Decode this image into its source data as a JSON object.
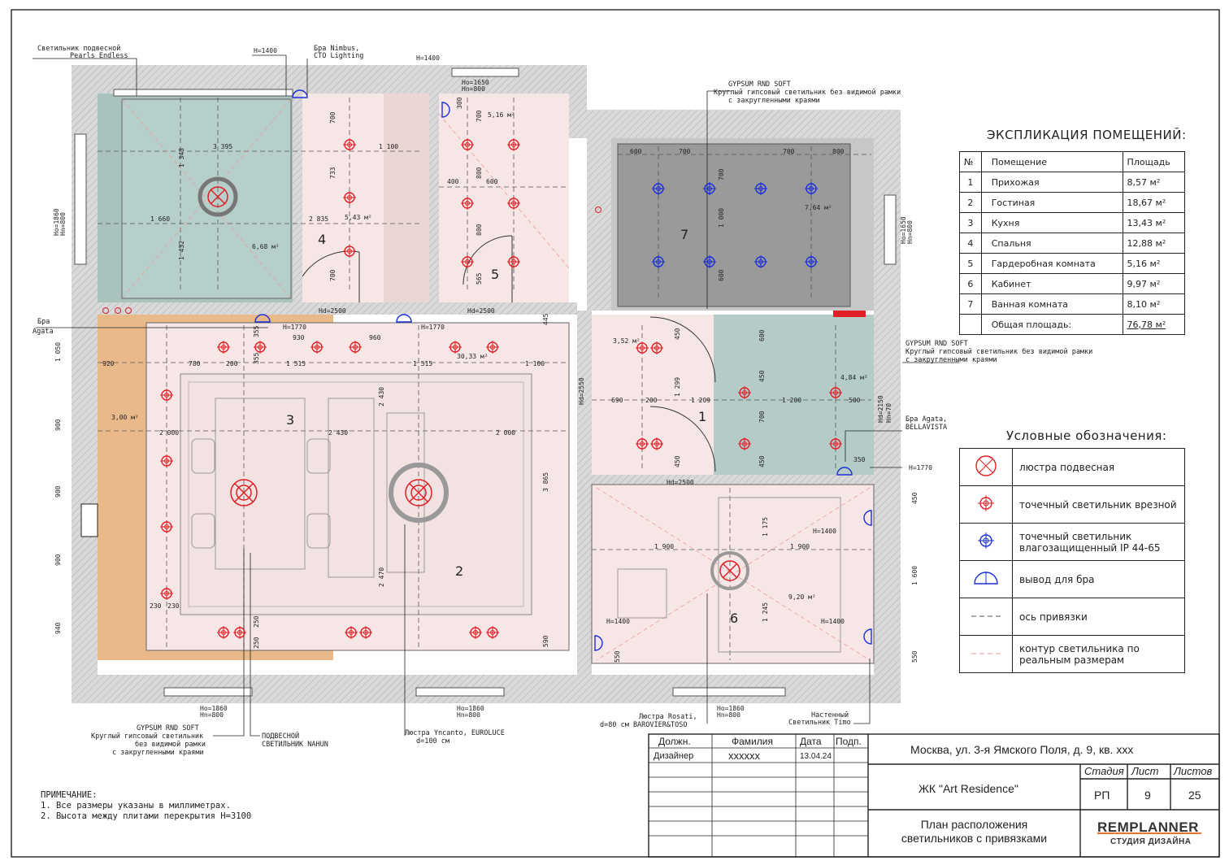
{
  "explication": {
    "title": "ЭКСПЛИКАЦИЯ ПОМЕЩЕНИЙ:",
    "headers": [
      "№",
      "Помещение",
      "Площадь"
    ],
    "rows": [
      [
        "1",
        "Прихожая",
        "8,57 м²"
      ],
      [
        "2",
        "Гостиная",
        "18,67 м²"
      ],
      [
        "3",
        "Кухня",
        "13,43 м²"
      ],
      [
        "4",
        "Спальня",
        "12,88 м²"
      ],
      [
        "5",
        "Гардеробная комната",
        "5,16 м²"
      ],
      [
        "6",
        "Кабинет",
        "9,97 м²"
      ],
      [
        "7",
        "Ванная комната",
        "8,10 м²"
      ]
    ],
    "total_label": "Общая площадь:",
    "total_value": "76,78 м²"
  },
  "legend": {
    "title": "Условные обозначения:",
    "items": [
      {
        "icon": "pendant-chandelier-icon",
        "label": "люстра подвесная"
      },
      {
        "icon": "recessed-spot-icon",
        "label": "точечный светильник врезной"
      },
      {
        "icon": "waterproof-spot-icon",
        "label": "точечный светильник влагозащищенный IP 44-65"
      },
      {
        "icon": "sconce-outlet-icon",
        "label": "вывод для бра"
      },
      {
        "icon": "reference-axis-icon",
        "label": "ось привязки"
      },
      {
        "icon": "fixture-outline-icon",
        "label": "контур светильника по реальным размерам"
      }
    ]
  },
  "callouts": {
    "pearls": [
      "Светильник подвесной",
      "Pearls Endless"
    ],
    "nimbus": [
      "Бра Nimbus,",
      "CTO Lighting"
    ],
    "gypsum_top": [
      "GYPSUM RND SOFT",
      "Круглый гипсовый светильник без видимой рамки",
      "с закругленными краями"
    ],
    "gypsum_right": [
      "GYPSUM RND SOFT",
      "Круглый гипсовый светильник без видимой рамки",
      "с закругленными краями"
    ],
    "agata_left": [
      "Бра",
      "Agata"
    ],
    "agata_right": [
      "Бра Agata,",
      "BELLAVISTA"
    ],
    "gypsum_bottom": [
      "GYPSUM RND SOFT",
      "Круглый гипсовый светильник",
      "без видимой рамки",
      "с закругленными краями"
    ],
    "nahun": [
      "ПОДВЕСНОЙ",
      "СВЕТИЛЬНИК NAHUN"
    ],
    "yncanto": [
      "Люстра Yncanto, EUROLUCE",
      "d=100 см"
    ],
    "rosati": [
      "Люстра Rosati,",
      "d=80 см  BAROVIER&TOSO"
    ],
    "timo": [
      "Настенный",
      "Светильник Timo"
    ]
  },
  "heights": {
    "h1400": "H=1400",
    "h1770": "H=1770",
    "hd2500": "Hd=2500",
    "hd2550": "Hd=2550",
    "win_1860": [
      "Ho=1860",
      "Hn=800"
    ],
    "win_1650": [
      "Ho=1650",
      "Hn=800"
    ],
    "hd2150": [
      "Hd=2150",
      "Hn=70"
    ]
  },
  "rooms": {
    "r1": {
      "num": "1",
      "area": "3,52 м²",
      "area2": "4,84 м²"
    },
    "r2": {
      "num": "2"
    },
    "r3": {
      "num": "3",
      "area": "30,33 м²",
      "area2": "3,00 м²"
    },
    "r4": {
      "num": "4",
      "area": "5,43 м²",
      "area2": "6,68 м²"
    },
    "r5": {
      "num": "5",
      "area": "5,16 м²"
    },
    "r6": {
      "num": "6",
      "area": "9,20 м²"
    },
    "r7": {
      "num": "7",
      "area": "7,64 м²"
    }
  },
  "dims": {
    "d3395": "3 395",
    "d1660": "1 660",
    "d2835": "2 835",
    "d1343": "1 343",
    "d1432": "1 432",
    "d1100": "1 100",
    "d700": "700",
    "d733": "733",
    "d565": "565",
    "d800": "800",
    "d400": "400",
    "d600": "600",
    "d300": "300",
    "d920": "920",
    "d780": "780",
    "d200": "200",
    "d1515": "1 515",
    "d930": "930",
    "d960": "960",
    "d445": "445",
    "d355": "355",
    "d2000": "2 000",
    "d2430": "2 430",
    "d2470": "2 470",
    "d3865": "3 865",
    "d590": "590",
    "d250": "250",
    "d230": "230",
    "d1050": "1 050",
    "d900": "900",
    "d940": "940",
    "d450": "450",
    "d1299": "1 299",
    "d690": "690",
    "d1209": "1 209",
    "d1200": "1 200",
    "d500": "500",
    "d350": "350",
    "d1000": "1 000",
    "d1900": "1 900",
    "d1175": "1 175",
    "d1245": "1 245",
    "d1600": "1 600",
    "d550": "550"
  },
  "notes": {
    "title": "ПРИМЕЧАНИЕ:",
    "lines": [
      "1. Все размеры указаны в миллиметрах.",
      "2. Высота между плитами перекрытия H=3100"
    ]
  },
  "stamp": {
    "headers": [
      "Должн.",
      "Фамилия",
      "Дата",
      "Подп."
    ],
    "role": "Дизайнер",
    "surname": "xxxxxx",
    "date": "13.04.24",
    "address": "Москва, ул. 3-я Ямского Поля, д. 9, кв. xxx",
    "complex": "ЖК \"Art Residence\"",
    "sheet_title": [
      "План расположения",
      "светильников с привязками"
    ],
    "stage_label": "Стадия",
    "sheet_label": "Лист",
    "sheets_label": "Листов",
    "stage": "РП",
    "sheet": "9",
    "sheets": "25",
    "logo_top": "REMPLANNER",
    "logo_bottom": "СТУДИЯ ДИЗАЙНА"
  },
  "colors": {
    "recessed": "#e01f26",
    "waterproof": "#1a2fd6",
    "wall_fill": "#d9d9d9",
    "bed_fill": "#a9c2be",
    "wood_fill": "#e9b98a",
    "ceiling_pink": "#f6e7e6",
    "bath_fill": "#9a9a9a",
    "hall_fill": "#b4cbc8",
    "heater": "#e01f26"
  }
}
